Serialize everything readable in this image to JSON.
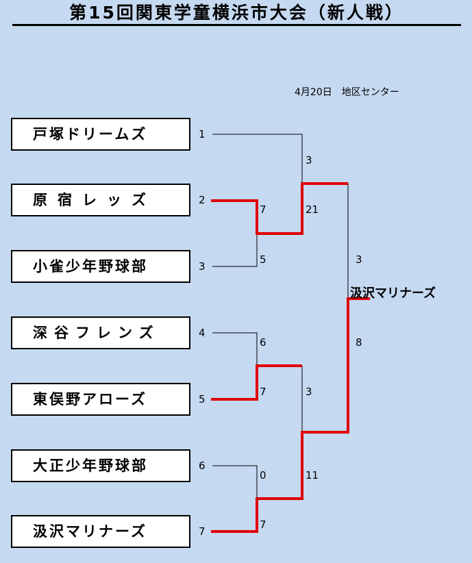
{
  "title": "第15回関東学童横浜市大会（新人戦）",
  "info": "4月20日　地区センター",
  "teams": [
    {
      "seed": "1",
      "name": "戸塚ドリームズ"
    },
    {
      "seed": "2",
      "name": "原宿レッズ"
    },
    {
      "seed": "3",
      "name": "小雀少年野球部"
    },
    {
      "seed": "4",
      "name": "深谷フレンズ"
    },
    {
      "seed": "5",
      "name": "東俣野アローズ"
    },
    {
      "seed": "6",
      "name": "大正少年野球部"
    },
    {
      "seed": "7",
      "name": "汲沢マリナーズ"
    }
  ],
  "scores": {
    "r1_top_a": "7",
    "r1_top_b": "5",
    "r1_mid_a": "6",
    "r1_mid_b": "7",
    "r1_bot_a": "0",
    "r1_bot_b": "7",
    "sf_top_a": "3",
    "sf_top_b": "21",
    "sf_bot_a": "3",
    "sf_bot_b": "11",
    "final_a": "3",
    "final_b": "8"
  },
  "champion": "汲沢マリナーズ",
  "colors": {
    "background": "#c5d9f1",
    "winner_line": "#e00000",
    "line": "#000000",
    "box": "#ffffff"
  }
}
